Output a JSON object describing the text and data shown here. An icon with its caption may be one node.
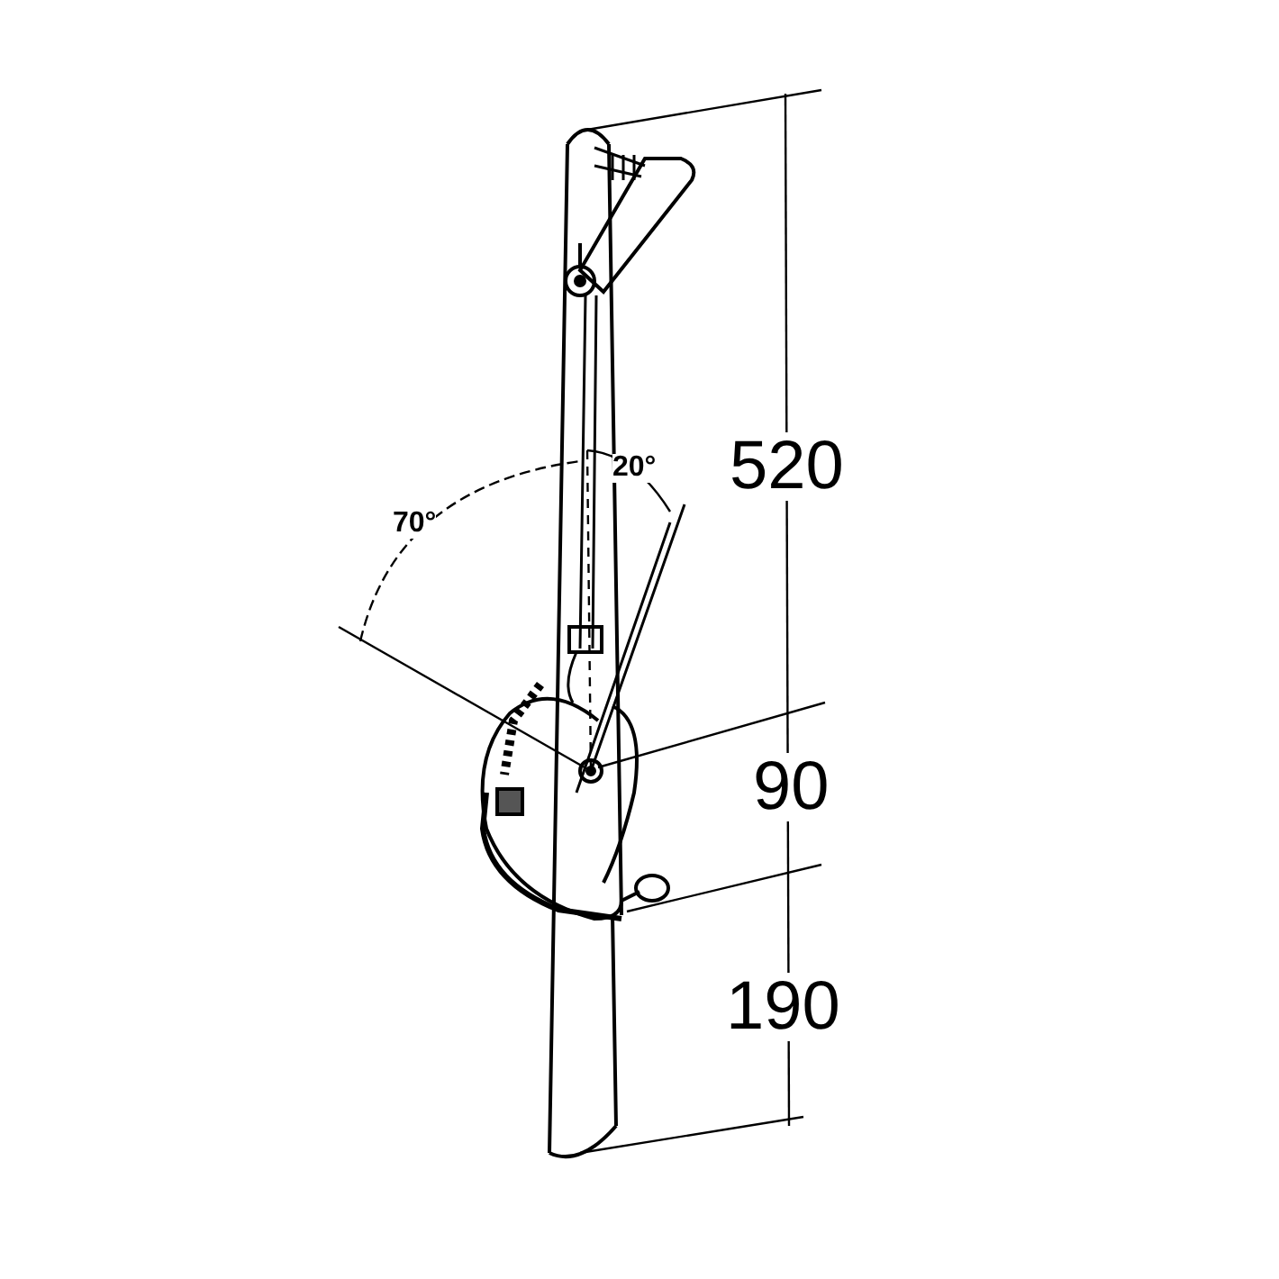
{
  "diagram": {
    "labels": [
      "70°",
      "20°",
      "520",
      "90",
      "190"
    ]
  }
}
